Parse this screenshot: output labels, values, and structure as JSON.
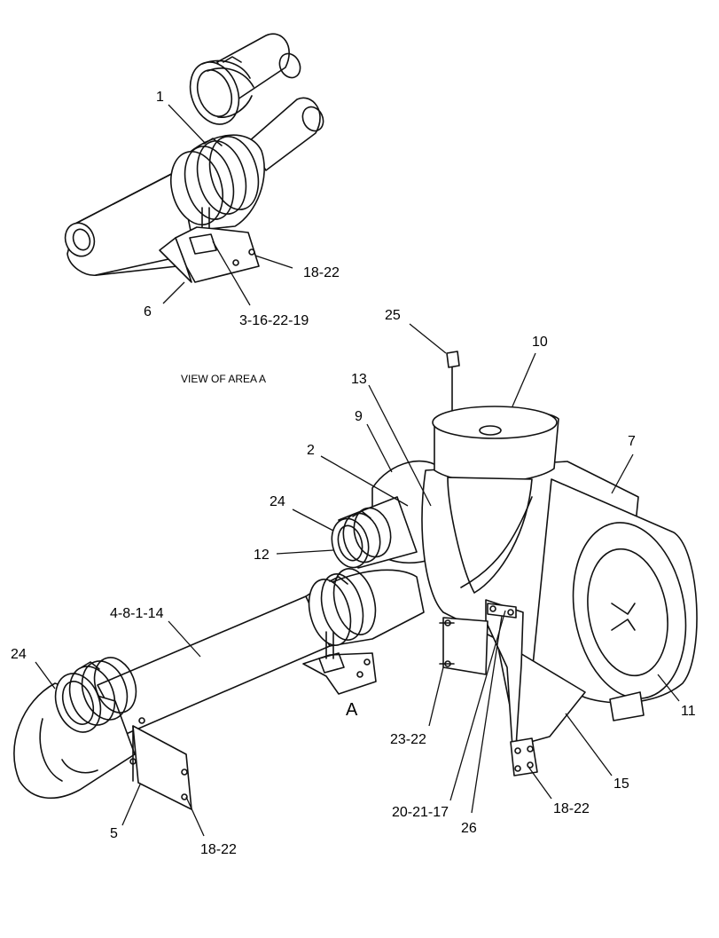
{
  "view_caption": "VIEW OF AREA  A",
  "area_marker": "A",
  "callouts": {
    "c1": "1",
    "c18_22_top": "18-22",
    "c6": "6",
    "c3_16_22_19": "3-16-22-19",
    "c25": "25",
    "c10": "10",
    "c13": "13",
    "c9": "9",
    "c2": "2",
    "c7": "7",
    "c24_mid": "24",
    "c12": "12",
    "c4_8_1_14": "4-8-1-14",
    "c24_left": "24",
    "c23_22": "23-22",
    "c11": "11",
    "c15": "15",
    "c18_22_right": "18-22",
    "c20_21_17": "20-21-17",
    "c26": "26",
    "c5": "5",
    "c18_22_bottom": "18-22"
  }
}
